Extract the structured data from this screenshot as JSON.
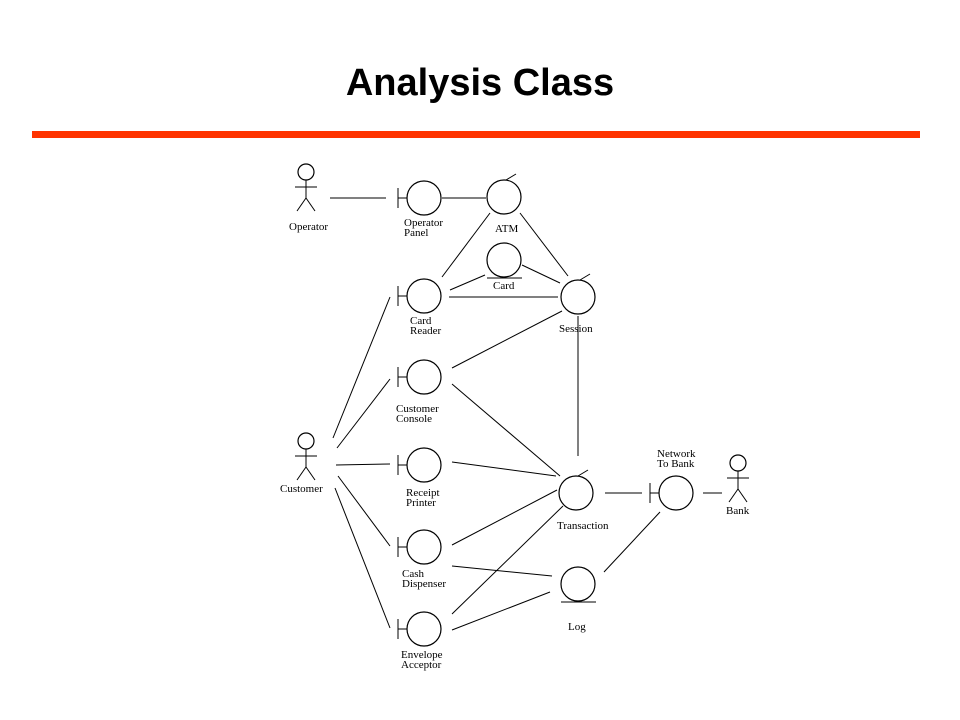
{
  "title": "Analysis Class",
  "accent_color": "#ff3300",
  "labels": {
    "operator": "Operator",
    "operator_panel": [
      "Operator",
      "Panel"
    ],
    "atm": "ATM",
    "card": "Card",
    "card_reader": [
      "Card",
      "Reader"
    ],
    "session": "Session",
    "customer_console": [
      "Customer",
      "Console"
    ],
    "customer": "Customer",
    "receipt_printer": [
      "Receipt",
      "Printer"
    ],
    "transaction": "Transaction",
    "network_to_bank": [
      "Network",
      "To Bank"
    ],
    "bank": "Bank",
    "cash_dispenser": [
      "Cash",
      "Dispenser"
    ],
    "log": "Log",
    "envelope_acceptor": [
      "Envelope",
      "Acceptor"
    ]
  }
}
